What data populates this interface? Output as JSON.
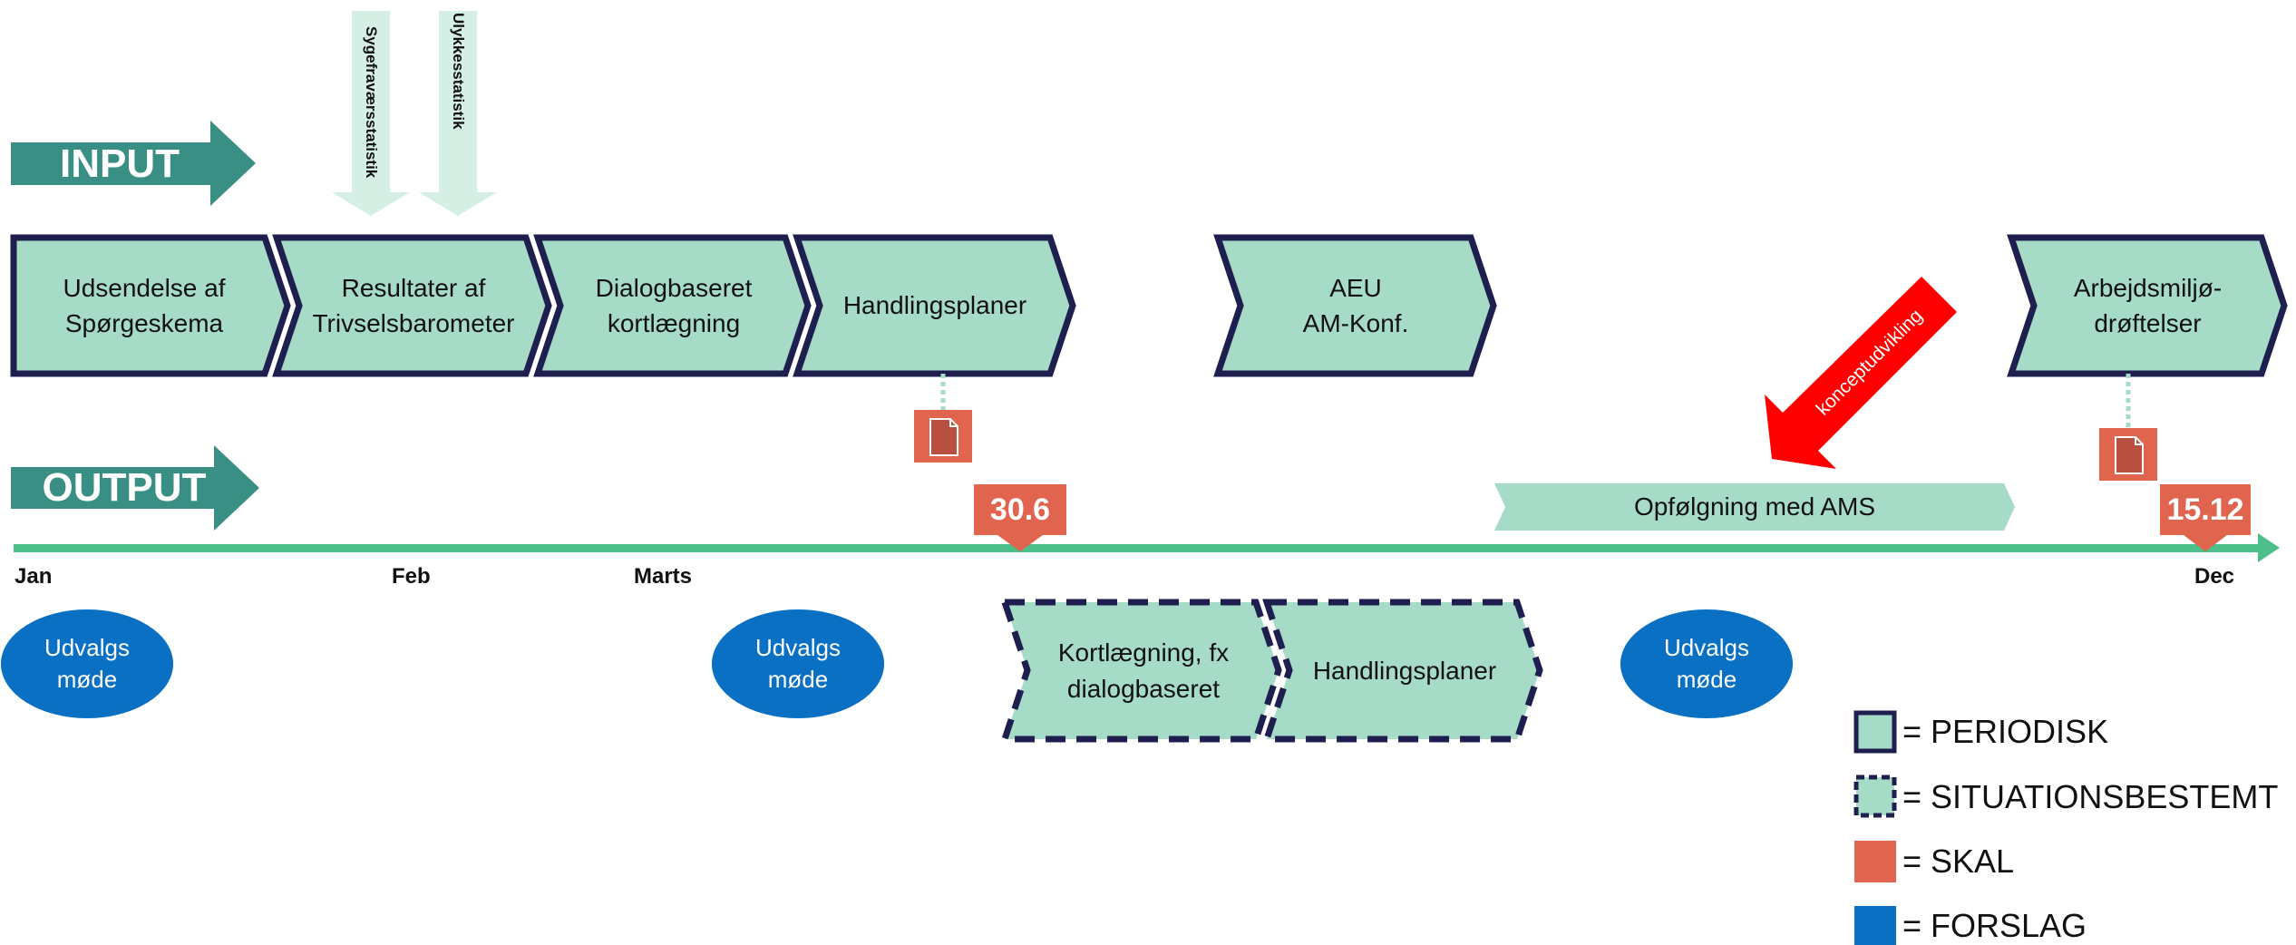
{
  "input_label": "INPUT",
  "output_label": "OUTPUT",
  "inputs": [
    {
      "label": "Sygefraværsstatistik"
    },
    {
      "label": "Ulykkesstatistik"
    }
  ],
  "processes": [
    {
      "label": "Udsendelse af\nSpørgeskema"
    },
    {
      "label": "Resultater af\nTrivselsbarometer"
    },
    {
      "label": "Dialogbaseret\nkortlægning"
    },
    {
      "label": "Handlingsplaner"
    },
    {
      "label": "AEU\nAM-Konf."
    },
    {
      "label": "Arbejdsmiljø-\ndrøftelser"
    }
  ],
  "situational": [
    {
      "label": "Kortlægning, fx\ndialogbaseret"
    },
    {
      "label": "Handlingsplaner"
    }
  ],
  "timeline": {
    "months": [
      "Jan",
      "Feb",
      "Marts",
      "Dec"
    ],
    "deadlines": [
      "30.6",
      "15.12"
    ],
    "followup": "Opfølgning med AMS",
    "concept_arrow": "konceptudvikling"
  },
  "meetings": [
    {
      "label": "Udvalgs\nmøde"
    },
    {
      "label": "Udvalgs\nmøde"
    },
    {
      "label": "Udvalgs\nmøde"
    }
  ],
  "legend": [
    {
      "label": "= PERIODISK"
    },
    {
      "label": "= SITUATIONSBESTEMT"
    },
    {
      "label": "= SKAL"
    },
    {
      "label": "= FORSLAG"
    }
  ],
  "colors": {
    "teal_dark": "#3a8f85",
    "mint": "#a6dcc7",
    "mint_light": "#d5efe5",
    "navy": "#1f1f4f",
    "timeline": "#4dbf8a",
    "skal": "#e1644f",
    "doc": "#b84f40",
    "forslag": "#0970c4",
    "concept": "#ff0000"
  },
  "icons": [
    "document-icon"
  ]
}
